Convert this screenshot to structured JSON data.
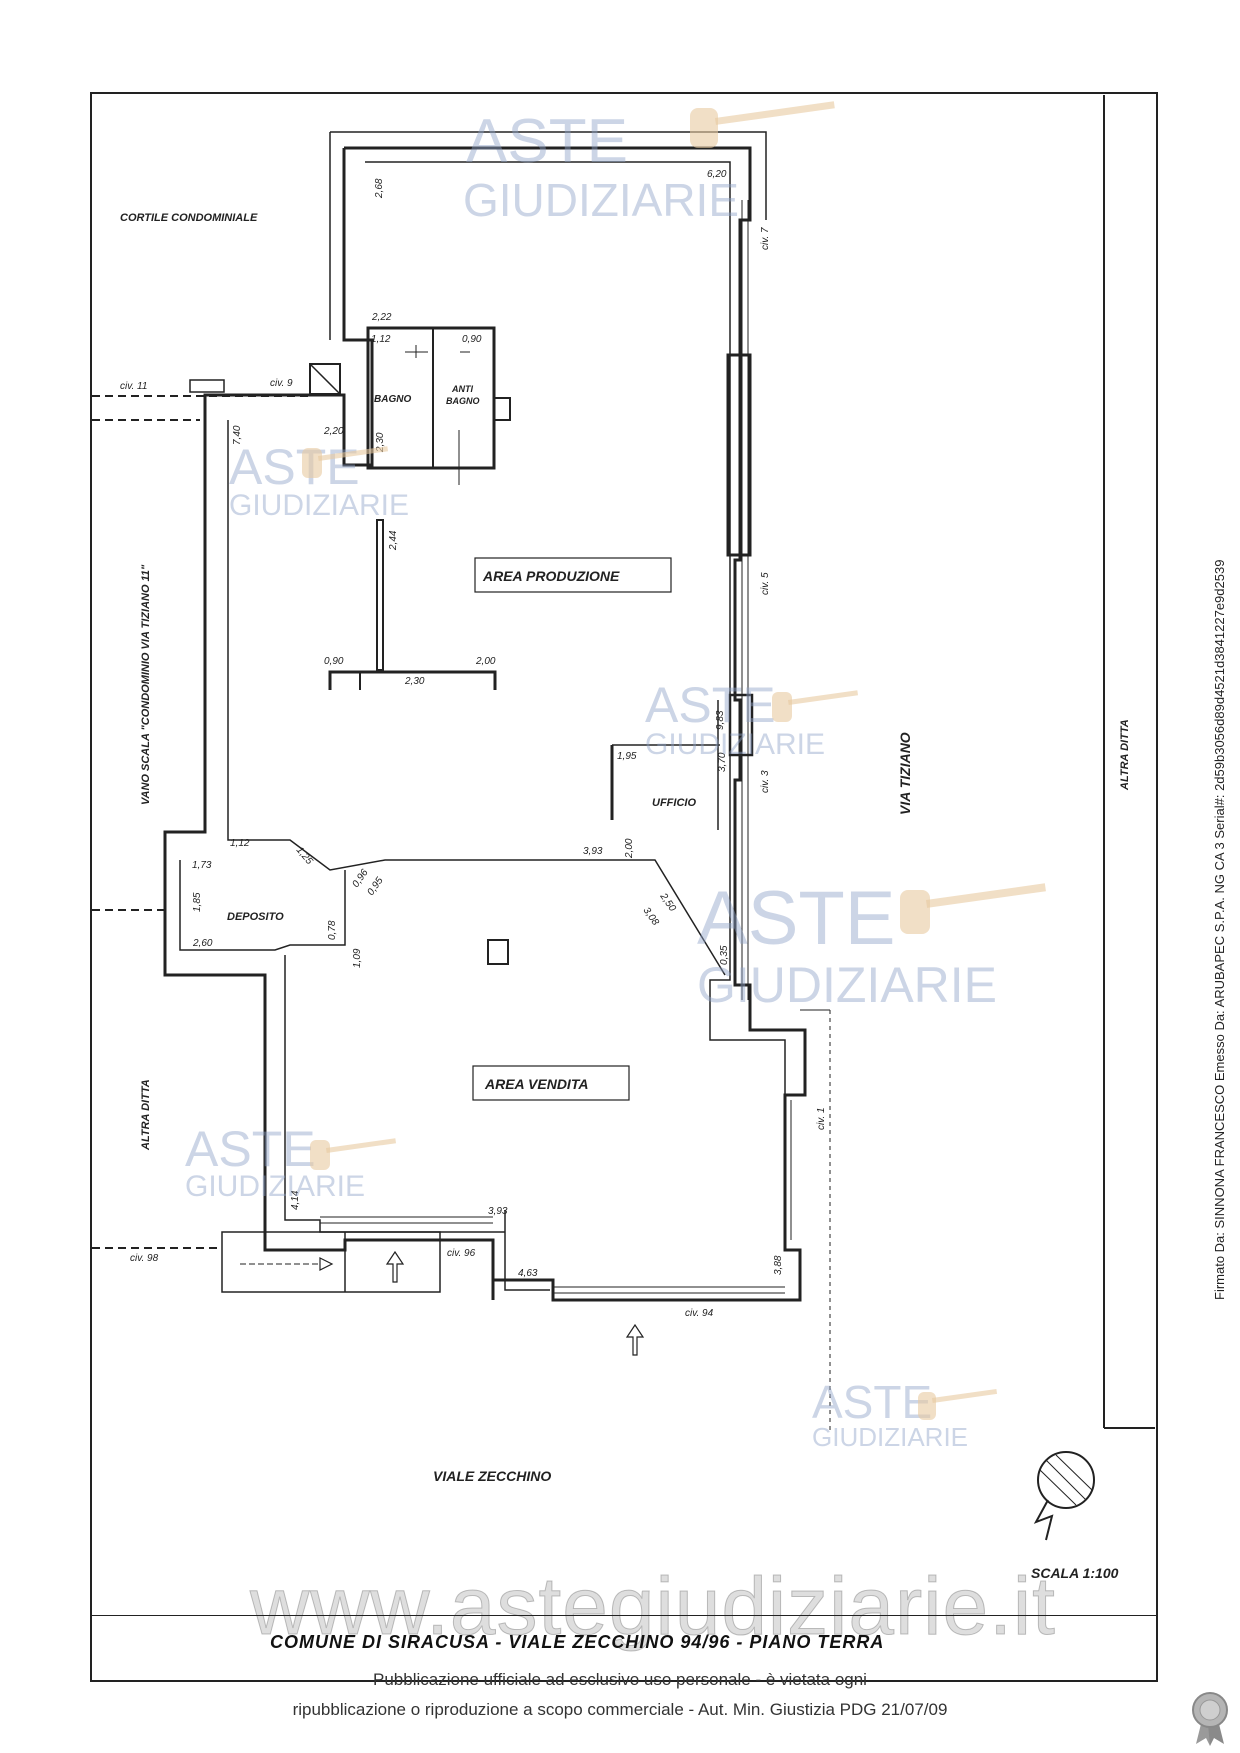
{
  "plan": {
    "rooms": {
      "area_produzione": "AREA PRODUZIONE",
      "area_vendita": "AREA VENDITA",
      "bagno": "BAGNO",
      "anti_bagno_1": "ANTI",
      "anti_bagno_2": "BAGNO",
      "ufficio": "UFFICIO",
      "deposito": "DEPOSITO"
    },
    "surroundings": {
      "cortile": "CORTILE CONDOMINIALE",
      "vano_scala": "VANO SCALA \"CONDOMINIO VIA TIZIANO 11\"",
      "altra_ditta_left": "ALTRA DITTA",
      "altra_ditta_right": "ALTRA DITTA",
      "via_tiziano": "VIA TIZIANO",
      "viale_zecchino": "VIALE ZECCHINO"
    },
    "civics": {
      "civ11": "civ. 11",
      "civ9": "civ. 9",
      "civ7": "civ. 7",
      "civ5": "civ. 5",
      "civ3": "civ. 3",
      "civ1": "civ. 1",
      "civ98": "civ. 98",
      "civ96": "civ. 96",
      "civ94": "civ. 94"
    },
    "dims": {
      "d268": "2,68",
      "d620": "6,20",
      "d222": "2,22",
      "d112a": "1,12",
      "d090a": "0,90",
      "d740": "7,40",
      "d220": "2,20",
      "d230a": "2,30",
      "d244": "2,44",
      "d090b": "0,90",
      "d200a": "2,00",
      "d230b": "2,30",
      "d983": "9,83",
      "d195": "1,95",
      "d370": "3,70",
      "d200b": "2,00",
      "d393a": "3,93",
      "d112b": "1,12",
      "d125": "1,25",
      "d173": "1,73",
      "d185": "1,85",
      "d096": "0,96",
      "d095": "0,95",
      "d078": "0,78",
      "d109": "1,09",
      "d260": "2,60",
      "d250": "2,50",
      "d308": "3,08",
      "d035": "0,35",
      "d414": "4,14",
      "d393b": "3,93",
      "d463": "4,63",
      "d388": "3,88"
    },
    "scale": "SCALA 1:100"
  },
  "title": "COMUNE DI SIRACUSA - VIALE ZECCHINO 94/96 - PIANO TERRA",
  "watermark": {
    "aste": "ASTE",
    "giudiziarie": "GIUDIZIARIE",
    "site": "www.astegiudiziarie.it"
  },
  "publication": {
    "line1": "Pubblicazione ufficiale ad esclusivo uso personale - è vietata ogni",
    "line2": "ripubblicazione o riproduzione a scopo commerciale - Aut. Min. Giustizia PDG 21/07/09"
  },
  "signature": "Firmato Da: SINNONA FRANCESCO Emesso Da: ARUBAPEC S.P.A. NG CA 3 Serial#: 2d59b3056d89d4521d3841227e9d2539",
  "colors": {
    "line": "#222222",
    "watermark_blue": "#8fa2c8",
    "watermark_tan": "#e8c9a0"
  }
}
